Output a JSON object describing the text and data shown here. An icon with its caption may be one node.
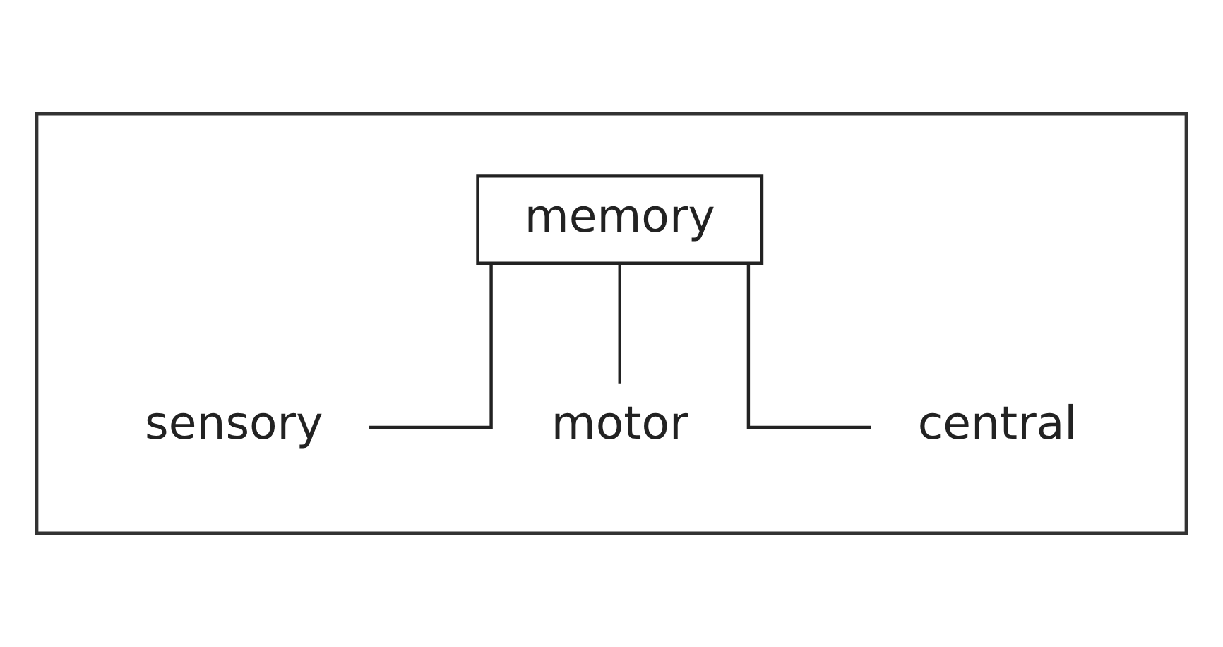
{
  "diagram": {
    "nodes": [
      {
        "text": [],
        "shape": "box"
      },
      {
        "text": [
          "memory"
        ],
        "in": 0
      },
      {
        "text": [
          "sensory"
        ],
        "in": 0
      },
      {
        "text": [
          "motor"
        ],
        "in": 0
      },
      {
        "text": [
          "central"
        ],
        "in": 0
      }
    ],
    "edges": [
      {
        "from": 1,
        "to": 2,
        "arrow": "none"
      },
      {
        "from": 1,
        "to": 3,
        "arrow": "none"
      },
      {
        "from": 1,
        "to": 4,
        "arrow": "none"
      }
    ]
  }
}
